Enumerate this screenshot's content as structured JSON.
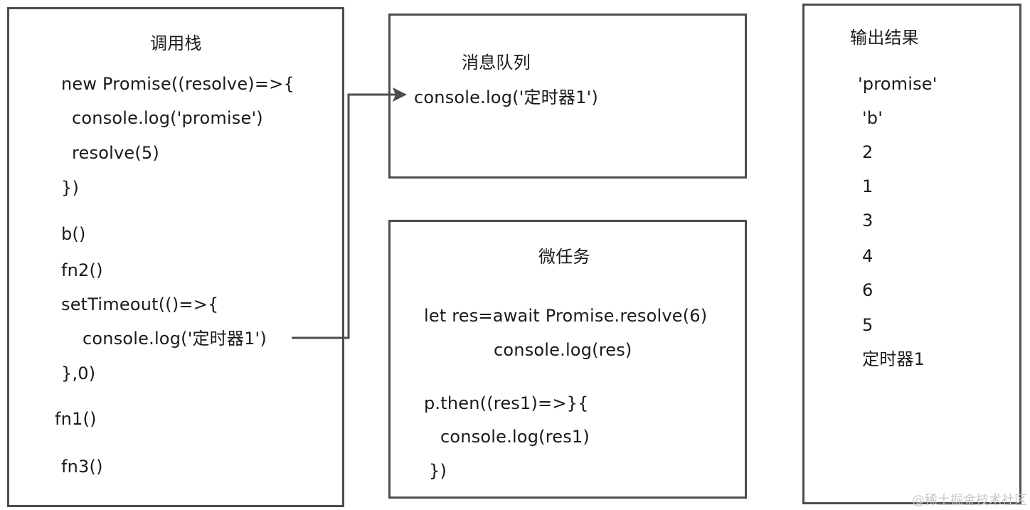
{
  "call_stack": {
    "title": "调用栈",
    "lines": [
      "new Promise((resolve)=>{",
      "console.log('promise')",
      "resolve(5)",
      "})",
      "b()",
      "fn2()",
      "setTimeout(()=>{",
      "console.log('定时器1')",
      "},0)",
      "fn1()",
      "fn3()"
    ]
  },
  "message_queue": {
    "title": "消息队列",
    "lines": [
      "console.log('定时器1')"
    ]
  },
  "microtask": {
    "title": "微任务",
    "lines": [
      "let res=await Promise.resolve(6)",
      "console.log(res)",
      "p.then((res1)=>}{",
      "console.log(res1)",
      "})"
    ]
  },
  "output": {
    "title": "输出结果",
    "lines": [
      "'promise'",
      "'b'",
      "2",
      "1",
      "3",
      "4",
      "6",
      "5",
      "定时器1"
    ]
  },
  "watermark": "@稀土掘金技术社区",
  "colors": {
    "border": "#4d4d4d",
    "text": "#1a1a1a",
    "watermark": "#c8c8c8"
  }
}
